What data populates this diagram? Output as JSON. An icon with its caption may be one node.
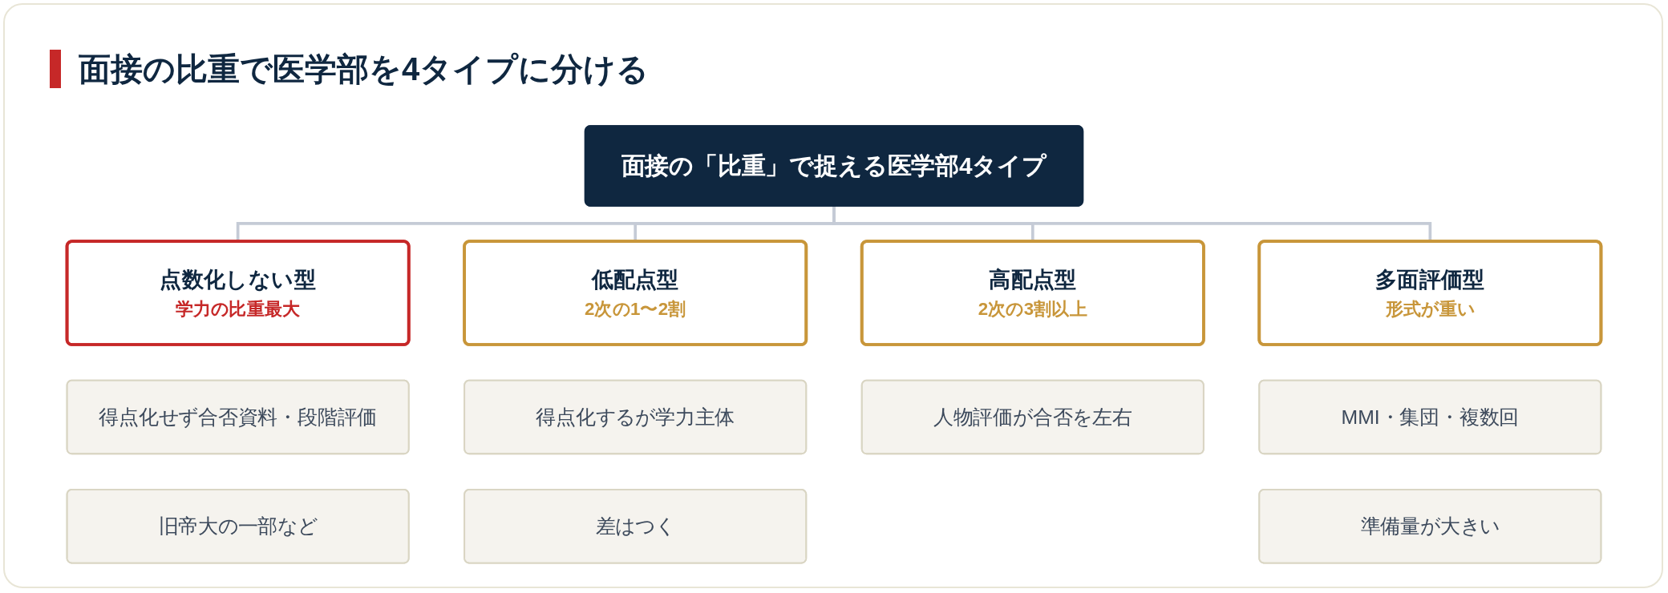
{
  "diagram": {
    "title": "面接の比重で医学部を4タイプに分ける",
    "nodes": [
      {
        "text": [
          "面接の「比重」で捉える医学部4タイプ"
        ]
      },
      {
        "text": [
          "点数化しない型",
          "学力の比重最大"
        ]
      },
      {
        "text": [
          "得点化せず合否資料・段階評価"
        ]
      },
      {
        "text": [
          "旧帝大の一部など"
        ]
      },
      {
        "text": [
          "低配点型",
          "2次の1〜2割"
        ]
      },
      {
        "text": [
          "得点化するが学力主体"
        ]
      },
      {
        "text": [
          "差はつく"
        ]
      },
      {
        "text": [
          "高配点型",
          "2次の3割以上"
        ]
      },
      {
        "text": [
          "人物評価が合否を左右"
        ]
      },
      {
        "text": [
          "多面評価型",
          "形式が重い"
        ]
      },
      {
        "text": [
          "MMI・集団・複数回"
        ]
      },
      {
        "text": [
          "準備量が大きい"
        ]
      }
    ],
    "edges": [
      {
        "from": 0,
        "to": 1,
        "arrow": "none"
      },
      {
        "from": 0,
        "to": 4,
        "arrow": "none"
      },
      {
        "from": 0,
        "to": 7,
        "arrow": "none"
      },
      {
        "from": 0,
        "to": 9,
        "arrow": "none"
      }
    ]
  }
}
